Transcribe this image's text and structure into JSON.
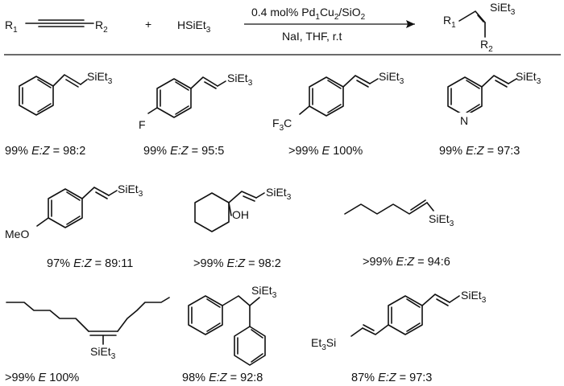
{
  "reaction": {
    "r1": "R",
    "r1_sub": "1",
    "r2": "R",
    "r2_sub": "2",
    "plus": "+",
    "silane": "HSiEt",
    "silane_sub": "3",
    "cond_top_a": "0.4 mol% Pd",
    "cond_top_a_sub": "1",
    "cond_top_b": "Cu",
    "cond_top_b_sub": "2",
    "cond_top_c": "/SiO",
    "cond_top_c_sub": "2",
    "cond_bottom": "NaI, THF, r.t",
    "prod_r1": "R",
    "prod_r1_sub": "1",
    "prod_si": "SiEt",
    "prod_si_sub": "3",
    "prod_r2": "R",
    "prod_r2_sub": "2"
  },
  "labels": {
    "siet": "SiEt",
    "siet_sub": "3",
    "f": "F",
    "cf3_a": "F",
    "cf3_sub": "3",
    "cf3_b": "C",
    "n": "N",
    "meo": "MeO",
    "oh": "OH",
    "et3si_a": "Et",
    "et3si_sub": "3",
    "et3si_b": "Si"
  },
  "yields": [
    {
      "pct": "99%",
      "sel": "E:Z",
      "ratio": "= 98:2"
    },
    {
      "pct": "99%",
      "sel": "E:Z",
      "ratio": "= 95:5"
    },
    {
      "pct": ">99%",
      "sel": "E",
      "ratio": "100%"
    },
    {
      "pct": "99%",
      "sel": "E:Z",
      "ratio": "= 97:3"
    },
    {
      "pct": "97%",
      "sel": "E:Z",
      "ratio": "= 89:11"
    },
    {
      "pct": ">99%",
      "sel": "E:Z",
      "ratio": "= 98:2"
    },
    {
      "pct": ">99%",
      "sel": "E:Z",
      "ratio": "= 94:6"
    },
    {
      "pct": ">99%",
      "sel": "E",
      "ratio": "100%"
    },
    {
      "pct": "98%",
      "sel": "E:Z",
      "ratio": "= 92:8"
    },
    {
      "pct": "87%",
      "sel": "E:Z",
      "ratio": "= 97:3"
    }
  ]
}
